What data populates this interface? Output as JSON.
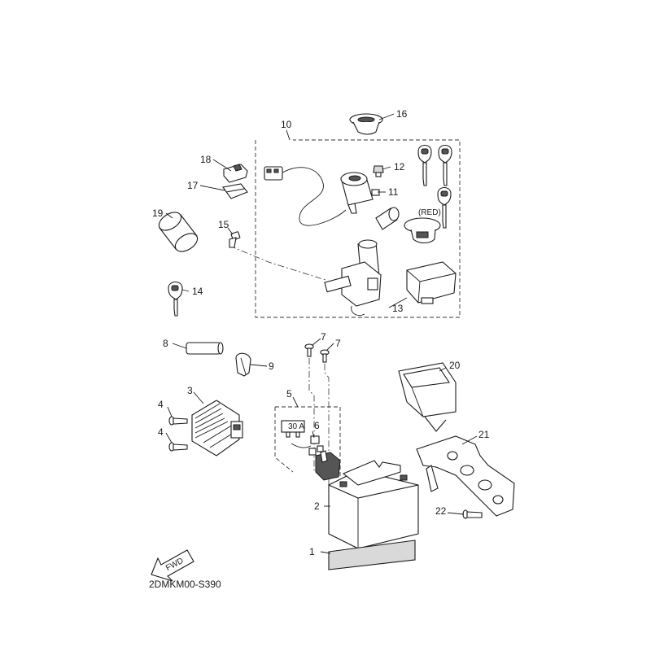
{
  "diagram": {
    "code": "2DMKM00-S390",
    "fwd_label": "FWD",
    "red_note": "(RED)",
    "fuse_rating": "30 A",
    "callouts": {
      "c1": "1",
      "c2": "2",
      "c3": "3",
      "c4a": "4",
      "c4b": "4",
      "c5": "5",
      "c6": "6",
      "c7a": "7",
      "c7b": "7",
      "c8": "8",
      "c9": "9",
      "c10": "10",
      "c11": "11",
      "c12": "12",
      "c13": "13",
      "c14": "14",
      "c15": "15",
      "c16": "16",
      "c17": "17",
      "c18": "18",
      "c19": "19",
      "c20": "20",
      "c21": "21",
      "c22": "22"
    }
  }
}
